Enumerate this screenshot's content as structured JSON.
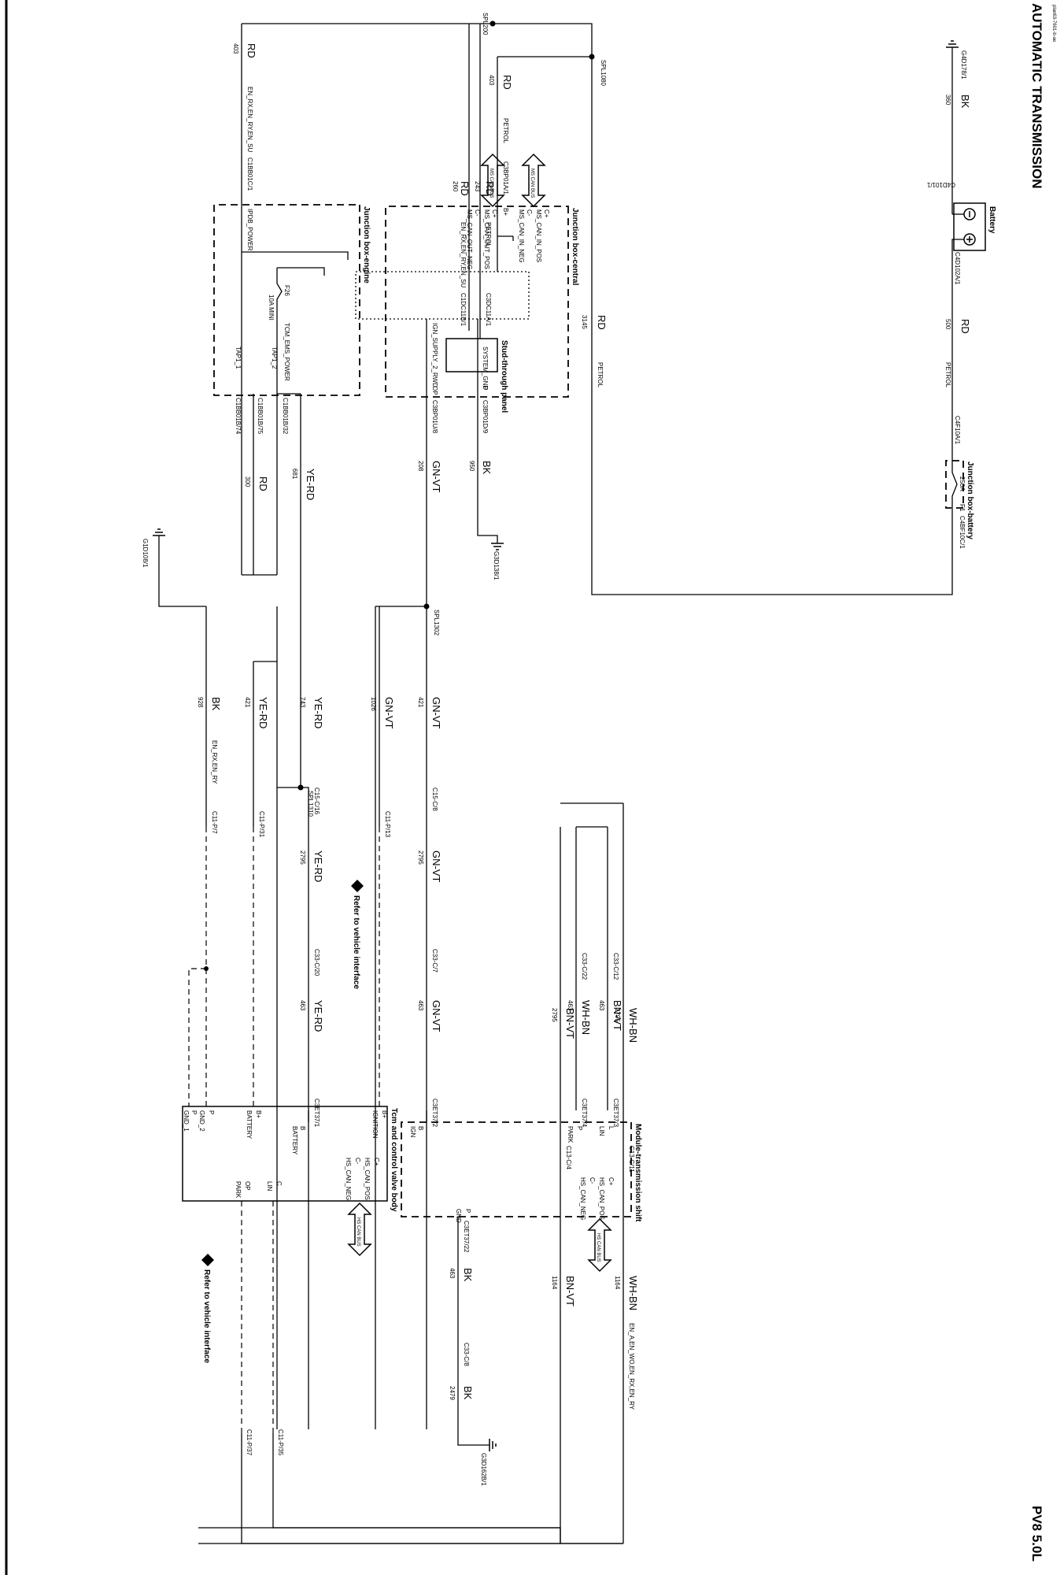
{
  "header": {
    "title": "AUTOMATIC TRANSMISSION",
    "model": "PV8 5.0L",
    "part_code": "plan63-7601-b-ae"
  },
  "battery": {
    "title": "Battery",
    "neg_conn": "C4D101/1",
    "pos_conn": "C4D102A/1",
    "gnd_label": "G4D178/1",
    "neg_color": "BK",
    "neg_num": "360",
    "pos_color": "RD",
    "pos_num": "500",
    "pos_sig": "PETROL"
  },
  "jb_battery": {
    "title": "Junction box-battery",
    "in_conn": "C4F10A/1",
    "out_conn": "C4BF10C/1",
    "fuse_rating": "250A",
    "fuse_pin": "F1",
    "out_num": "3145",
    "out_color": "RD",
    "out_sig": "PETROL"
  },
  "spl_1080": "SPL1080",
  "spl_200": "SPL200",
  "spl_1302": "SPL1302",
  "spl_1310": "SPL1310",
  "jb_central": {
    "title": "Junction box-central",
    "in_conn": "C3BP01A/1",
    "in_pin": "B+",
    "in_color": "RD",
    "in_num": "403",
    "in_sig": "PETROL",
    "can_in_pos": "MS_CAN_IN_POS",
    "can_in_neg": "MS_CAN_IN_NEG",
    "can_out_pos": "MS_CAN_OUT_POS",
    "can_out_neg": "MS_CAN_OUT_NEG",
    "cplus": "C+",
    "cminus": "C-",
    "bus": "MS CAN BUS",
    "ign_sig": "IGN_SUPPLY_2_RWD",
    "ign_pin": "OP",
    "ign_conn": "C3BP01U/8",
    "ign_color": "GN-VT",
    "ign_num": "208",
    "gnd_sig": "SYSTEM_GND",
    "gnd_pin": "P",
    "gnd_conn": "C3BP01D/9",
    "gnd_color": "BK",
    "gnd_num": "950",
    "gnd_label": "G3D138/1"
  },
  "stud": {
    "title": "Stud-through panel",
    "conn1": "C3DC11A/1",
    "conn2": "C1DC11B/1",
    "sig1": "PETROL",
    "sig2": "EN_RX,EN_RY,EN_SU",
    "num1": "243",
    "num2": "260",
    "color1": "RD",
    "color2": "RD"
  },
  "jb_engine": {
    "title": "Junction box-engine",
    "in_conn": "C1BB01C/1",
    "in_sig": "EN_RX,EN_RY,EN_SU",
    "in_color": "RD",
    "in_num": "403",
    "ipdb": "IPDB_POWER",
    "fuse": "F26",
    "fuse_rating": "10A MINI",
    "tcm_sig": "TCM_EMS_POWER",
    "tap1": "TAP1_1",
    "tap2": "TAP1_2",
    "conn32": "C1BB01B/32",
    "conn75": "C1BB01B/75",
    "conn74": "C1BB01B/74",
    "out_color": "YE-RD",
    "out_num": "681",
    "loop_color": "RD",
    "loop_num": "300"
  },
  "wires": {
    "gnvt_421": "421",
    "gnvt_color": "GN-VT",
    "yerd_743": "743",
    "yerd_color": "YE-RD",
    "c15c8": "C15-C/8",
    "c15c16": "C15-C/16",
    "n2795": "2795",
    "c33c7": "C33-C/7",
    "c33c20": "C33-C/20",
    "n463": "463",
    "c33c12": "C33-C/12",
    "c33c22": "C33-C/22",
    "bnvt_color": "BN-VT",
    "whbn_color": "WH-BN",
    "c13c4": "C13-C/4",
    "c13c11": "C13-C/11",
    "n1164": "1164",
    "whbn_sig": "EN_A,EN_WO,EN_RX,EN_RY",
    "c33c8": "C33-C/8",
    "n2479": "2479",
    "bk_color": "BK",
    "gnd_g3d": "G3D162B/1",
    "bk_928": "928",
    "bk_sig": "EN_RX,EN_RY",
    "gnd_g1d": "G1D108/1",
    "yerd_421": "421",
    "gnvt_1026": "1026",
    "c11p7": "C11-P/7",
    "c11p31": "C11-P/31",
    "c11p13": "C11-P/13",
    "c11p37": "C11-P/37",
    "c11p35": "C11-P/35"
  },
  "shift": {
    "title": "Module-transmission shift",
    "c3et372": "C3ET37/2",
    "c3et371": "C3ET37/1",
    "c3et374": "C3ET37/4",
    "c3et373": "C3ET37/3",
    "c3et3722": "C3ET37/22",
    "pin_b": "B",
    "ign": "IGN",
    "battery": "BATTERY",
    "park": "PARK",
    "lin": "LIN",
    "pin_p": "P",
    "pin_l": "L",
    "gnd": "GND",
    "can_pos": "HS_CAN_POS",
    "can_neg": "HS_CAN_NEG",
    "cplus": "C+",
    "cminus": "C-",
    "bus": "HS CAN BUS",
    "bk_num": "463",
    "bk_color": "BK"
  },
  "tcm": {
    "title": "Tcm and control valve body",
    "bplus": "B+",
    "ignition": "IGNITION",
    "battery": "BATTERY",
    "gnd2": "GND_2",
    "gnd1": "GND_1",
    "pin_p": "P",
    "can_pos": "HS_CAN_POS",
    "can_neg": "HS_CAN_NEG",
    "cplus": "C+",
    "cminus": "C-",
    "lin": "LIN",
    "pin_c": "C",
    "park": "PARK",
    "pin_op": "OP",
    "bus": "HS CAN BUS"
  },
  "refer": "Refer to vehicle interface"
}
